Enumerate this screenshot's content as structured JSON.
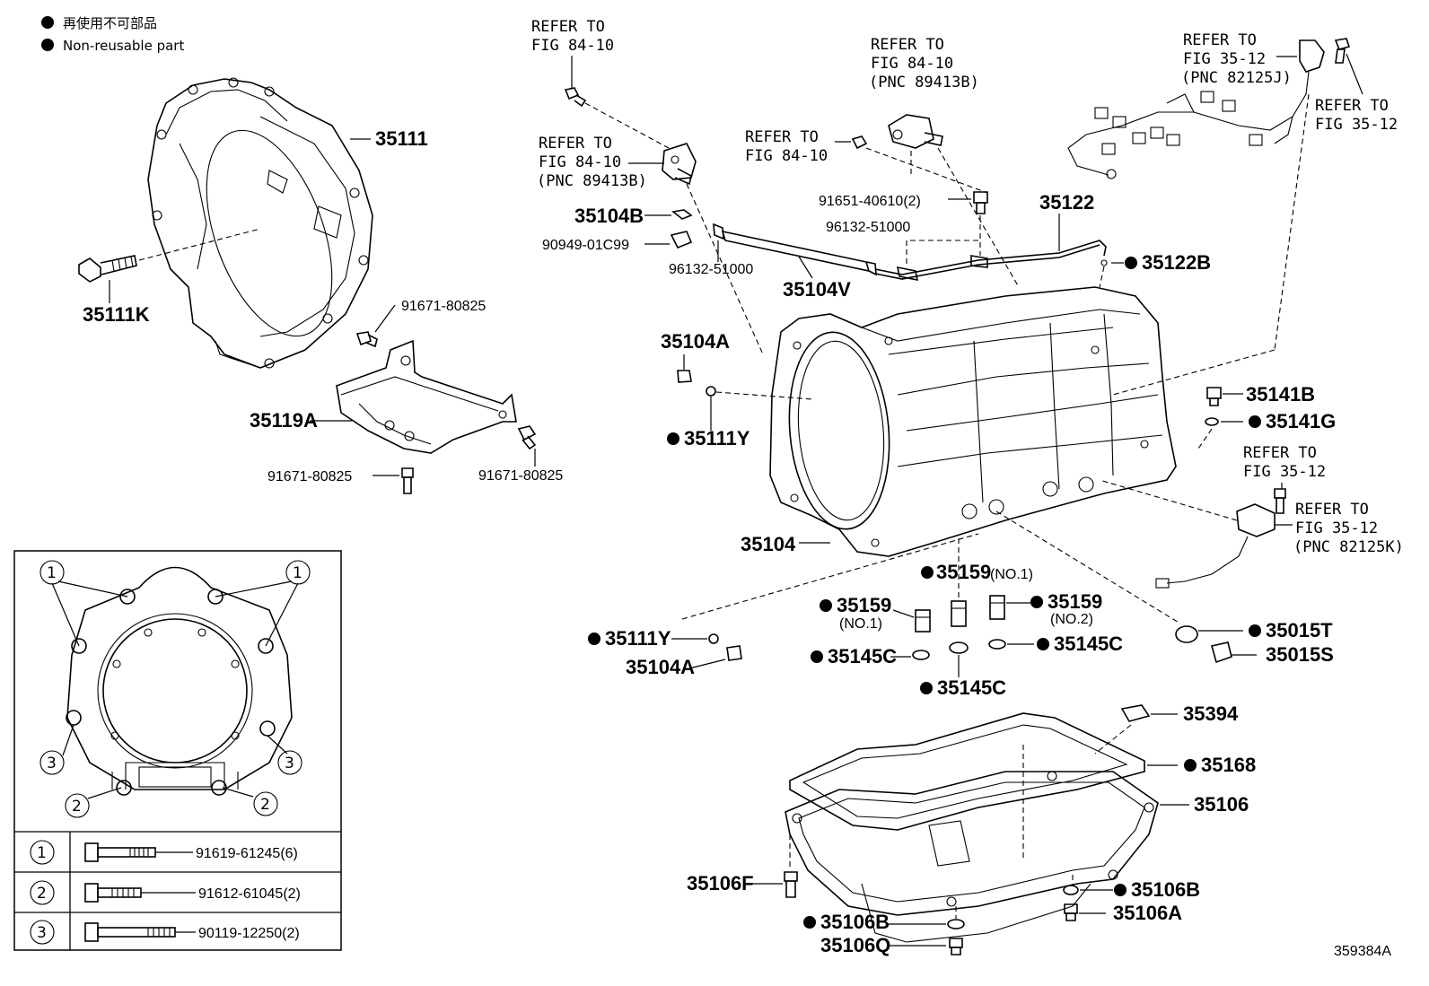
{
  "legend": {
    "line1": "再使用不可部品",
    "line2": "Non-reusable part"
  },
  "refs": {
    "r1": [
      "REFER TO",
      "FIG 84-10"
    ],
    "r2": [
      "REFER TO",
      "FIG 84-10",
      "(PNC 89413B)"
    ],
    "r3": [
      "REFER TO",
      "FIG 84-10"
    ],
    "r4": [
      "REFER TO",
      "FIG 84-10",
      "(PNC 89413B)"
    ],
    "r5": [
      "REFER TO",
      "FIG 35-12",
      "(PNC 82125J)"
    ],
    "r6": [
      "REFER TO",
      "FIG 35-12"
    ],
    "r7": [
      "REFER TO",
      "FIG 35-12"
    ],
    "r8": [
      "REFER TO",
      "FIG 35-12",
      "(PNC 82125K)"
    ]
  },
  "parts": {
    "p35111": "35111",
    "p35111K": "35111K",
    "p91671a": "91671-80825",
    "p35119A": "35119A",
    "p91671b": "91671-80825",
    "p91671c": "91671-80825",
    "p35104B": "35104B",
    "p90949": "90949-01C99",
    "p96132a": "96132-51000",
    "p96132b": "96132-51000",
    "p91651": "91651-40610(2)",
    "p35122": "35122",
    "p35122B": "35122B",
    "p35104V": "35104V",
    "p35104A_top": "35104A",
    "p35111Y_top": "35111Y",
    "p35104": "35104",
    "p35141B": "35141B",
    "p35141G": "35141G",
    "p35159_a": "35159",
    "p35159_a_sub": "(NO.1)",
    "p35159_b": "35159",
    "p35159_b_sub": "(NO.1)",
    "p35159_c": "35159",
    "p35159_c_sub": "(NO.2)",
    "p35145C_a": "35145C",
    "p35145C_b": "35145C",
    "p35145C_c": "35145C",
    "p35111Y_bot": "35111Y",
    "p35104A_bot": "35104A",
    "p35015T": "35015T",
    "p35015S": "35015S",
    "p35394": "35394",
    "p35168": "35168",
    "p35106": "35106",
    "p35106F": "35106F",
    "p35106B_a": "35106B",
    "p35106A": "35106A",
    "p35106B_b": "35106B",
    "p35106Q": "35106Q"
  },
  "inset": {
    "callouts": [
      "1",
      "1",
      "2",
      "2",
      "3",
      "3"
    ],
    "bolts": [
      {
        "num": "1",
        "part": "91619-61245(6)"
      },
      {
        "num": "2",
        "part": "91612-61045(2)"
      },
      {
        "num": "3",
        "part": "90119-12250(2)"
      }
    ]
  },
  "figure_id": "359384A"
}
